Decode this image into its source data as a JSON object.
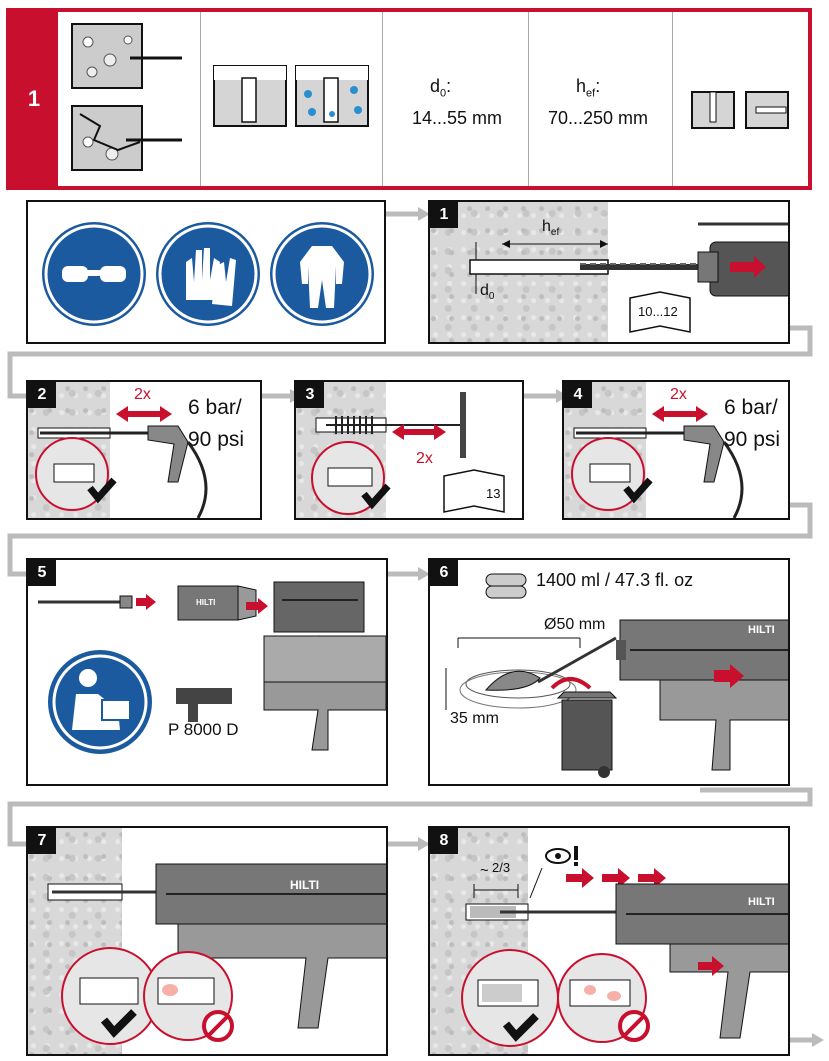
{
  "header": {
    "step_number": "1",
    "d0_label": "d",
    "d0_sub": "0",
    "d0_value": "14...55 mm",
    "hef_label": "h",
    "hef_sub": "ef",
    "hef_value": "70...250 mm",
    "accent_color": "#c8102e"
  },
  "ppe": {
    "icons": [
      "goggles-icon",
      "gloves-icon",
      "protective-suit-icon"
    ],
    "color": "#1c5aa0"
  },
  "step1": {
    "num": "1",
    "hef": "h",
    "hef_sub": "ef",
    "d0": "d",
    "d0_sub": "0",
    "book": "10...12"
  },
  "step2": {
    "num": "2",
    "times": "2x",
    "pressure_1": "6 bar/",
    "pressure_2": "90 psi"
  },
  "step3": {
    "num": "3",
    "times": "2x",
    "book": "13"
  },
  "step4": {
    "num": "4",
    "times": "2x",
    "pressure_1": "6 bar/",
    "pressure_2": "90 psi"
  },
  "step5": {
    "num": "5",
    "dispenser": "P 8000 D",
    "brand": "HILTI"
  },
  "step6": {
    "num": "6",
    "volume": "1400 ml / 47.3 fl. oz",
    "diameter": "Ø50 mm",
    "height": "35 mm",
    "brand": "HILTI"
  },
  "step7": {
    "num": "7",
    "brand": "HILTI"
  },
  "step8": {
    "num": "8",
    "fill": "~",
    "fill_frac": "2/3",
    "brand": "HILTI"
  }
}
